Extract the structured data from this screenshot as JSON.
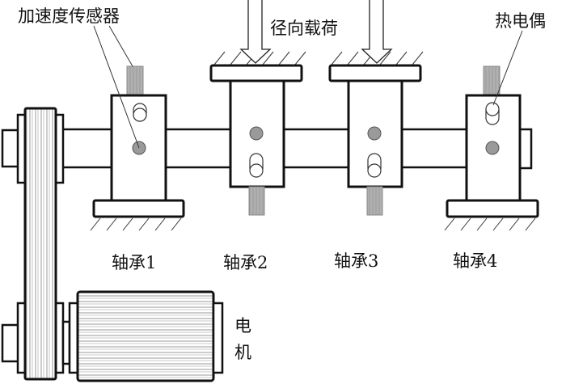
{
  "diagram": {
    "title": "Bearing test rig schematic",
    "labels": {
      "accelerometer": "加速度传感器",
      "radial_load": "径向载荷",
      "thermocouple": "热电偶",
      "motor_line1": "电",
      "motor_line2": "机"
    },
    "bearings": [
      {
        "id": "bearing-1",
        "label": "轴承1",
        "mount": "floor"
      },
      {
        "id": "bearing-2",
        "label": "轴承2",
        "mount": "ceiling-loaded"
      },
      {
        "id": "bearing-3",
        "label": "轴承3",
        "mount": "ceiling-loaded"
      },
      {
        "id": "bearing-4",
        "label": "轴承4",
        "mount": "floor"
      }
    ],
    "colors": {
      "line": "#111111",
      "sensor_fill": "#a8a8a8",
      "dot_fill": "#9a9a9a",
      "belt_stripe": "#9a9a9a",
      "background": "#ffffff"
    }
  }
}
